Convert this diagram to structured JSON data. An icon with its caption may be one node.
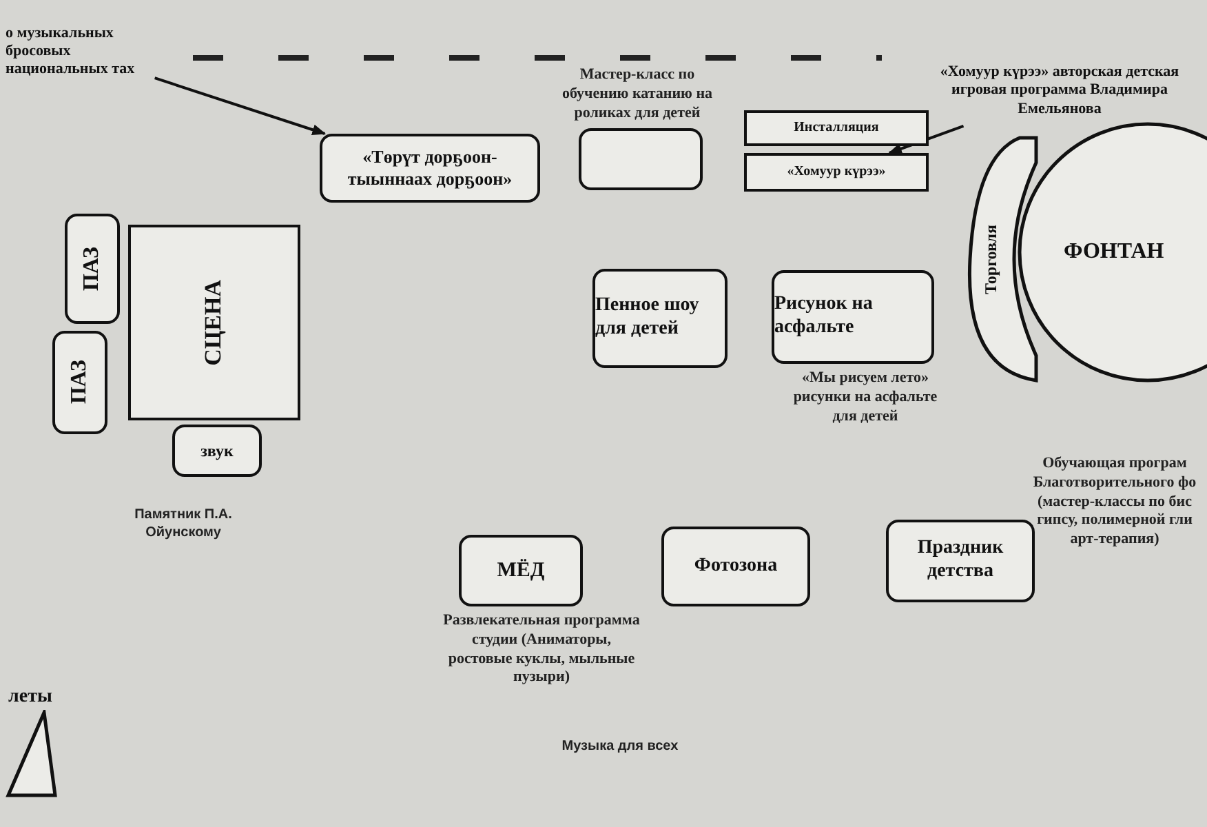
{
  "diagram": {
    "nodes": [
      {
        "text": [
          "о музыкальных бросовых национальных тах"
        ]
      },
      {
        "text": [
          "«Төрүт дорҕоон-тыыннаах дорҕоон»"
        ]
      },
      {
        "text": [],
        "shape": "box",
        "beside": [
          "Мастер-класс по обучению катанию на роликах для детей"
        ]
      },
      {
        "text": [
          "Инсталляция"
        ]
      },
      {
        "text": [
          "«Хомуур күрээ»"
        ]
      },
      {
        "text": [
          "«Хомуур күрээ» авторская детская игровая программа Владимира Емельянова"
        ]
      },
      {
        "text": [
          "ФОНТАН"
        ]
      },
      {
        "text": [
          "Торговля"
        ]
      },
      {
        "text": [
          "ПАЗ"
        ]
      },
      {
        "text": [
          "ПАЗ"
        ]
      },
      {
        "text": [
          "СЦЕНА"
        ]
      },
      {
        "text": [
          "звук"
        ]
      },
      {
        "text": [
          "Пенное шоу для детей"
        ]
      },
      {
        "text": [
          "Рисунок на асфальте"
        ],
        "beside": [
          "«Мы рисуем лето» рисунки на асфальте для детей"
        ]
      },
      {
        "text": [
          "МЁД"
        ],
        "beside": [
          "Развлекательная программа студии (Аниматоры, ростовые куклы, мыльные пузыри)"
        ]
      },
      {
        "text": [
          "Фотозона"
        ]
      },
      {
        "text": [
          "Праздник детства"
        ],
        "beside": [
          "Обучающая програм Благотворительного фо (мастер-классы по бис гипсу, полимерной гли арт-терапия)"
        ]
      },
      {
        "text": [
          "леты"
        ]
      }
    ],
    "edges": [
      {
        "from": 0,
        "to": 1,
        "arrow": "to"
      },
      {
        "from": 5,
        "to": 4,
        "arrow": "to"
      }
    ],
    "labels": [
      "Памятник П.А. Ойунскому",
      "Музыка для всех"
    ]
  }
}
